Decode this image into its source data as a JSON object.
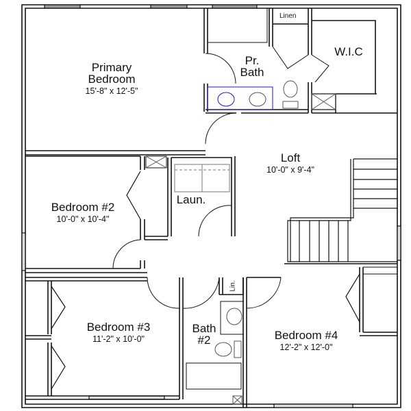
{
  "plan": {
    "rooms": [
      {
        "id": "primary-bedroom",
        "name_line1": "Primary",
        "name_line2": "Bedroom",
        "dims": "15'-8\" x 12'-5\""
      },
      {
        "id": "primary-bath",
        "name_line1": "Pr.",
        "name_line2": "Bath"
      },
      {
        "id": "wic",
        "name": "W.I.C"
      },
      {
        "id": "linen-closet",
        "name": "Linen"
      },
      {
        "id": "loft",
        "name": "Loft",
        "dims": "10'-0\" x 9'-4\""
      },
      {
        "id": "bedroom-2",
        "name": "Bedroom #2",
        "dims": "10'-0\" x 10'-4\""
      },
      {
        "id": "laundry",
        "name": "Laun."
      },
      {
        "id": "bedroom-3",
        "name": "Bedroom #3",
        "dims": "11'-2\" x 10'-0\""
      },
      {
        "id": "bath-2",
        "name_line1": "Bath",
        "name_line2": "#2"
      },
      {
        "id": "linen-small",
        "name": "Lin."
      },
      {
        "id": "bedroom-4",
        "name": "Bedroom #4",
        "dims": "12'-2\" x 12'-0\""
      }
    ],
    "colors": {
      "wall": "#111111",
      "fixture": "#555555",
      "highlight": "#1a1acc",
      "window": "#888888",
      "background": "#ffffff"
    }
  }
}
